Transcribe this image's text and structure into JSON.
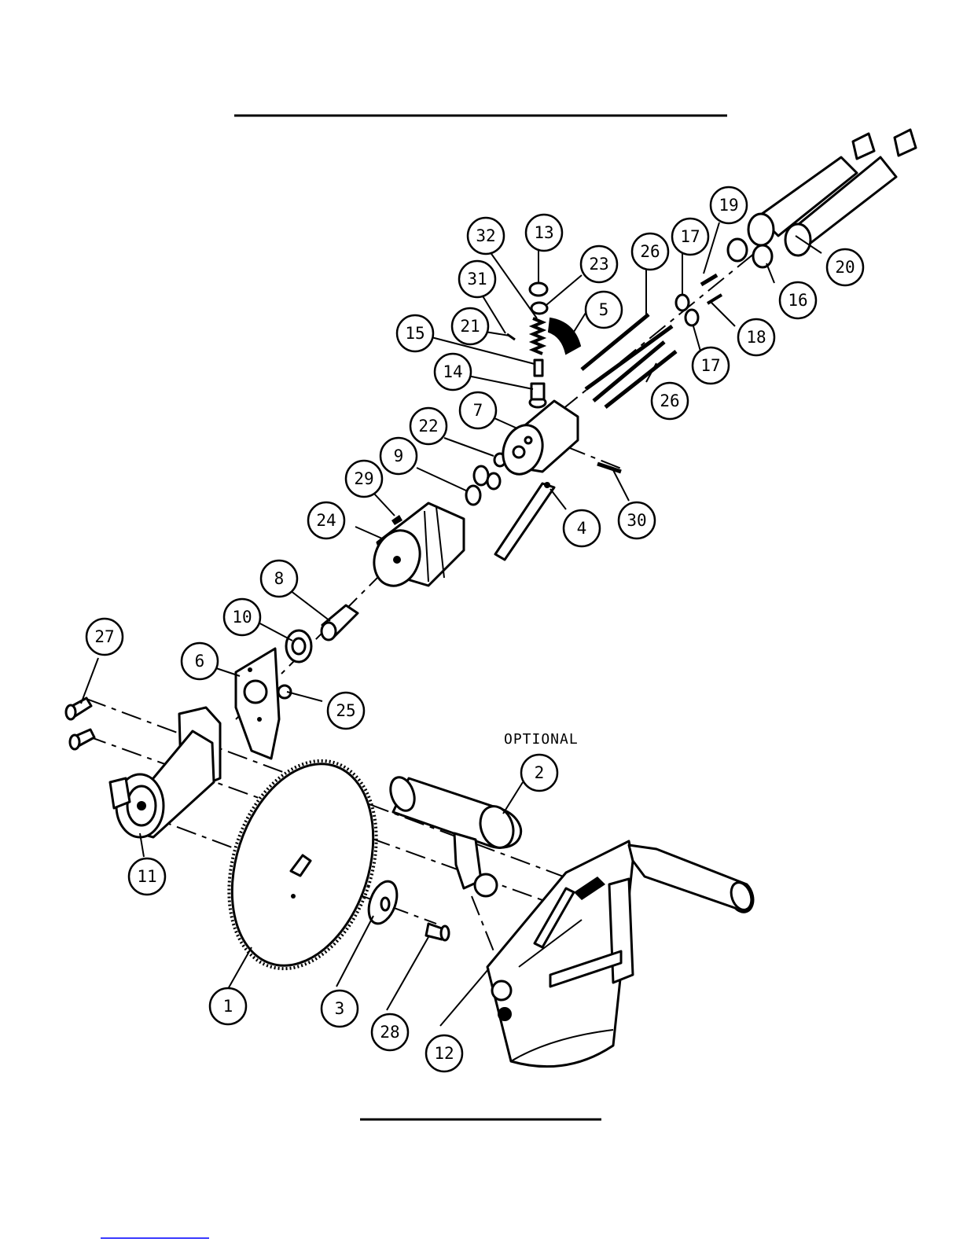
{
  "title_rule_top": "",
  "note_optional": "OPTIONAL",
  "callouts": [
    {
      "label": "1"
    },
    {
      "label": "2"
    },
    {
      "label": "3"
    },
    {
      "label": "4"
    },
    {
      "label": "5"
    },
    {
      "label": "6"
    },
    {
      "label": "7"
    },
    {
      "label": "8"
    },
    {
      "label": "9"
    },
    {
      "label": "10"
    },
    {
      "label": "11"
    },
    {
      "label": "12"
    },
    {
      "label": "13"
    },
    {
      "label": "14"
    },
    {
      "label": "15"
    },
    {
      "label": "16"
    },
    {
      "label": "17"
    },
    {
      "label": "17"
    },
    {
      "label": "18"
    },
    {
      "label": "19"
    },
    {
      "label": "20"
    },
    {
      "label": "21"
    },
    {
      "label": "22"
    },
    {
      "label": "23"
    },
    {
      "label": "24"
    },
    {
      "label": "25"
    },
    {
      "label": "26"
    },
    {
      "label": "26"
    },
    {
      "label": "27"
    },
    {
      "label": "28"
    },
    {
      "label": "29"
    },
    {
      "label": "30"
    },
    {
      "label": "31"
    },
    {
      "label": "32"
    }
  ]
}
